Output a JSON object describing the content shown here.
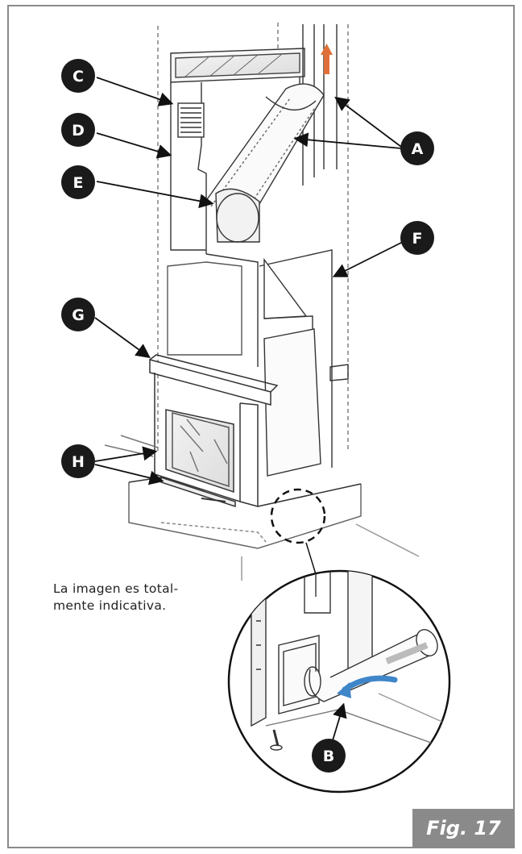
{
  "labels": {
    "a": "A",
    "b": "B",
    "c": "C",
    "d": "D",
    "e": "E",
    "f": "F",
    "g": "G",
    "h": "H"
  },
  "caption": {
    "line1": "La imagen es total-",
    "line2": "mente indicativa."
  },
  "figure_tag": "Fig. 17",
  "colors": {
    "frame": "#8a8a8a",
    "label_bg": "#1a1a1a",
    "hot_air_arrow": "#e0703a",
    "cold_air_arrow": "#3f86c9"
  },
  "icons": {
    "hot_air": "up-arrow-icon",
    "cold_air": "curved-arrow-icon"
  }
}
